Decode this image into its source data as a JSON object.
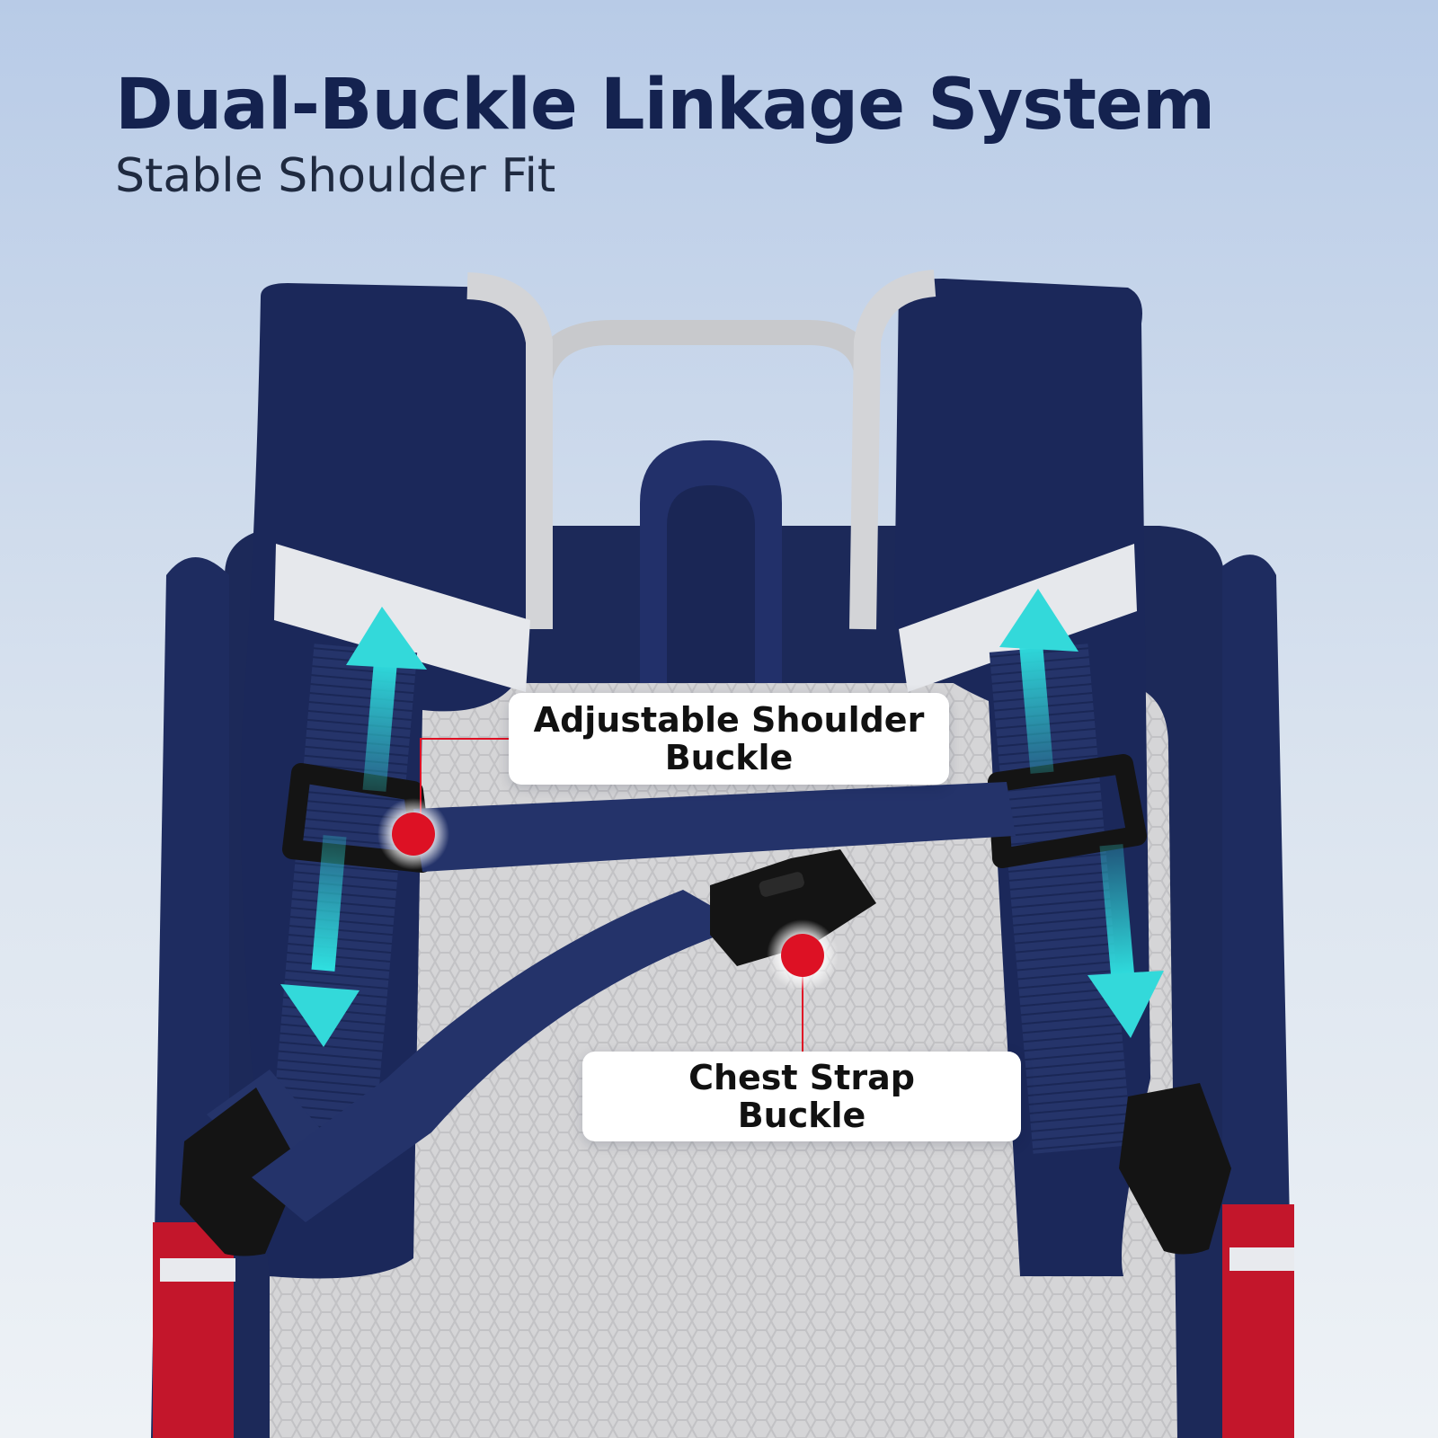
{
  "header": {
    "title": "Dual-Buckle Linkage System",
    "subtitle": "Stable Shoulder Fit"
  },
  "callouts": {
    "shoulder_buckle": {
      "line1": "Adjustable Shoulder",
      "line2": "Buckle"
    },
    "chest_strap_buckle": {
      "line1": "Chest Strap",
      "line2": "Buckle"
    }
  },
  "colors": {
    "background_top": "#b9cbe6",
    "background_bottom": "#eef2f6",
    "title_text": "#14224f",
    "backpack_navy": "#1d2a5c",
    "mesh_grey": "#d4d4d6",
    "reflective_strip": "#e6e8ec",
    "accent_red": "#c8152a",
    "arrow_cyan": "#33d6d8",
    "buckle_black": "#151515",
    "marker_red": "#dd1124"
  },
  "icons": [
    "up-down-arrow-icon",
    "buckle-marker-icon"
  ]
}
